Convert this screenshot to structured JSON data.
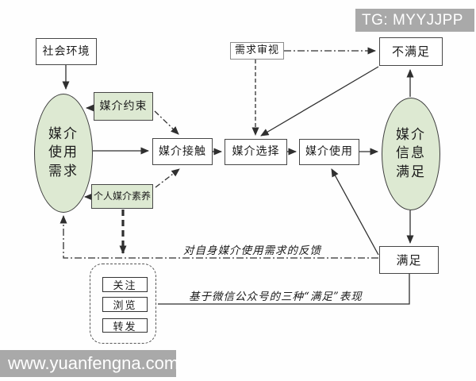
{
  "badge": {
    "text": "TG: MYYJJPP"
  },
  "watermark": {
    "text": "www.yuanfengna.com"
  },
  "nodes": {
    "social_env": {
      "label": "社会环境"
    },
    "media_use_need": {
      "label": "媒介\n使用\n需求"
    },
    "media_constraint": {
      "label": "媒介约束"
    },
    "personal_media_literacy": {
      "label": "个人媒介素养"
    },
    "media_contact": {
      "label": "媒介接触"
    },
    "media_selection": {
      "label": "媒介选择"
    },
    "media_use": {
      "label": "媒介使用"
    },
    "need_review": {
      "label": "需求审视"
    },
    "unsatisfied": {
      "label": "不满足"
    },
    "media_info_satisfaction": {
      "label": "媒介\n信息\n满足"
    },
    "satisfied": {
      "label": "满足"
    },
    "follow": {
      "label": "关注"
    },
    "browse": {
      "label": "浏览"
    },
    "repost": {
      "label": "转发"
    }
  },
  "annotations": {
    "feedback": "对自身媒介使用需求的反馈",
    "three_satisfaction": "基于微信公众号的三种“满足”表现"
  },
  "colors": {
    "node_fill_green": "#dde9d2",
    "node_border": "#474747",
    "line": "#2f2f2f",
    "badge_bg": "#a9a9a9",
    "badge_fg": "#ffffff"
  }
}
